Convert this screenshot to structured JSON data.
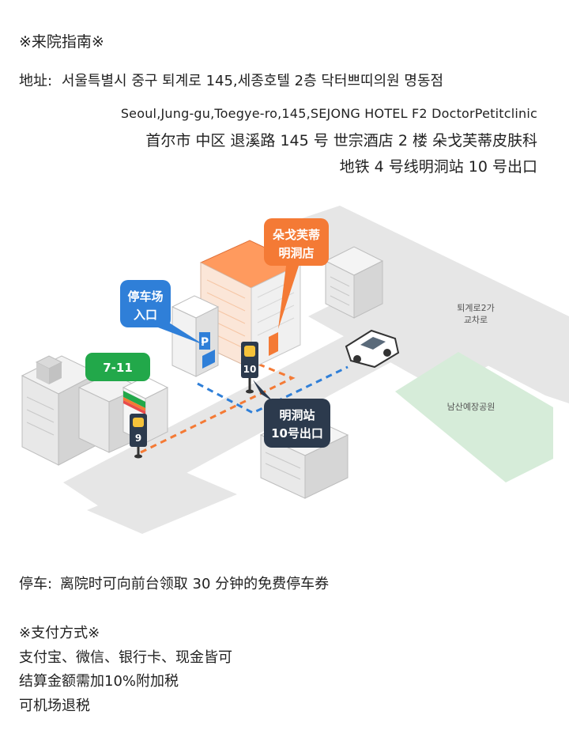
{
  "heading": "※来院指南※",
  "address": {
    "label": "地址:",
    "korean": "서울특별시 중구 퇴계로 145,세종호텔 2층 닥터쁘띠의원 명동점",
    "english": "Seoul,Jung-gu,Toegye-ro,145,SEJONG HOTEL F2 DoctorPetitclinic",
    "chinese": "首尔市 中区 退溪路 145 号 世宗酒店 2 楼 朵戈芙蒂皮肤科",
    "subway": "地铁 4 号线明洞站 10 号出口"
  },
  "map": {
    "clinic_label_line1": "朵戈芙蒂",
    "clinic_label_line2": "明洞店",
    "parking_label_line1": "停车场",
    "parking_label_line2": "入口",
    "parking_sign": "P",
    "store_label": "7-11",
    "station_label_line1": "明洞站",
    "station_label_line2": "10号出口",
    "exit_10": "10",
    "exit_9": "9",
    "intersection_line1": "퇴계로2가",
    "intersection_line2": "교차로",
    "park_label": "남산예장공원",
    "colors": {
      "clinic_orange": "#f47a35",
      "parking_blue": "#2f7fd8",
      "store_green": "#22a84a",
      "station_navy": "#2c3a4d",
      "park_green": "#d6ecd9",
      "road_gray": "#e6e6e6"
    }
  },
  "parking": {
    "label": "停车:",
    "text": "离院时可向前台领取 30 分钟的免费停车券"
  },
  "payment": {
    "heading": "※支付方式※",
    "line1": "支付宝、微信、银行卡、现金皆可",
    "line2": "结算金额需加10%附加税",
    "line3": "可机场退税"
  }
}
